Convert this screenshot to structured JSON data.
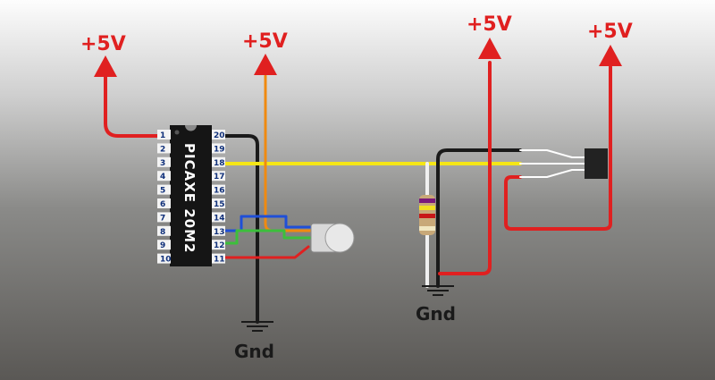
{
  "chip": {
    "label": "PICAXE 20M2",
    "left_pins": [
      "1",
      "2",
      "3",
      "4",
      "5",
      "6",
      "7",
      "8",
      "9",
      "10"
    ],
    "right_pins": [
      "20",
      "19",
      "18",
      "17",
      "16",
      "15",
      "14",
      "13",
      "12",
      "11"
    ]
  },
  "power_labels": [
    "+5V",
    "+5V",
    "+5V",
    "+5V"
  ],
  "ground_labels": [
    "Gnd",
    "Gnd"
  ],
  "colors": {
    "power": "#e02020",
    "ground": "#1a1a1a",
    "signal": "#f5e616",
    "blue": "#1f4fd8",
    "green": "#3cbf3c",
    "orange": "#f08a10"
  }
}
